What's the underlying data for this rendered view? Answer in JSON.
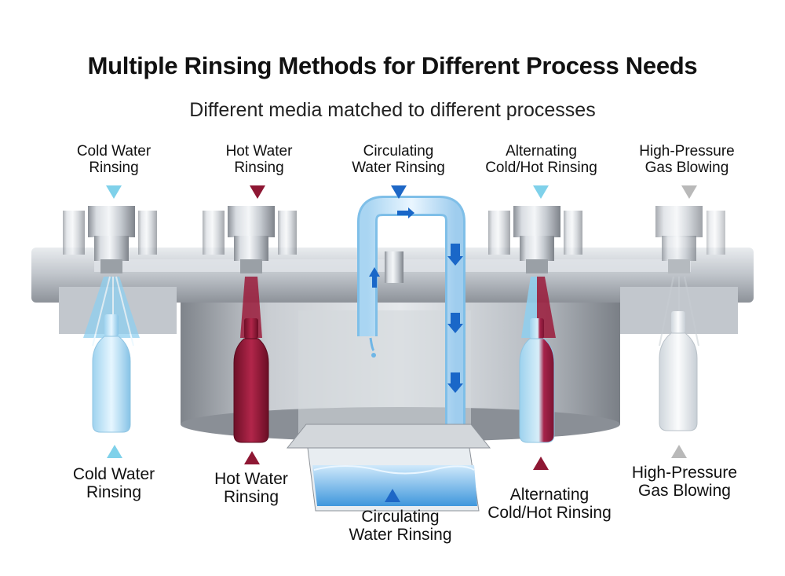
{
  "title": "Multiple Rinsing Methods for Different Process Needs",
  "subtitle": "Different media matched to different processes",
  "stations": [
    {
      "top": [
        "Cold Water",
        "Rinsing"
      ],
      "bottom": [
        "Cold Water",
        "Rinsing"
      ],
      "color": "#7fd1ea"
    },
    {
      "top": [
        "Hot Water",
        "Rinsing"
      ],
      "bottom": [
        "Hot Water",
        "Rinsing"
      ],
      "color": "#8e1733"
    },
    {
      "top": [
        "Circulating",
        "Water Rinsing"
      ],
      "bottom": [
        "Circulating",
        "Water Rinsing"
      ],
      "color": "#1e67c6"
    },
    {
      "top": [
        "Alternating",
        "Cold/Hot Rinsing"
      ],
      "bottom": [
        "Alternating",
        "Cold/Hot Rinsing"
      ],
      "top_color": "#7fd1ea",
      "bottom_color": "#8e1733"
    },
    {
      "top": [
        "High-Pressure",
        "Gas Blowing"
      ],
      "bottom": [
        "High-Pressure",
        "Gas Blowing"
      ],
      "color": "#b9b9b9"
    }
  ]
}
